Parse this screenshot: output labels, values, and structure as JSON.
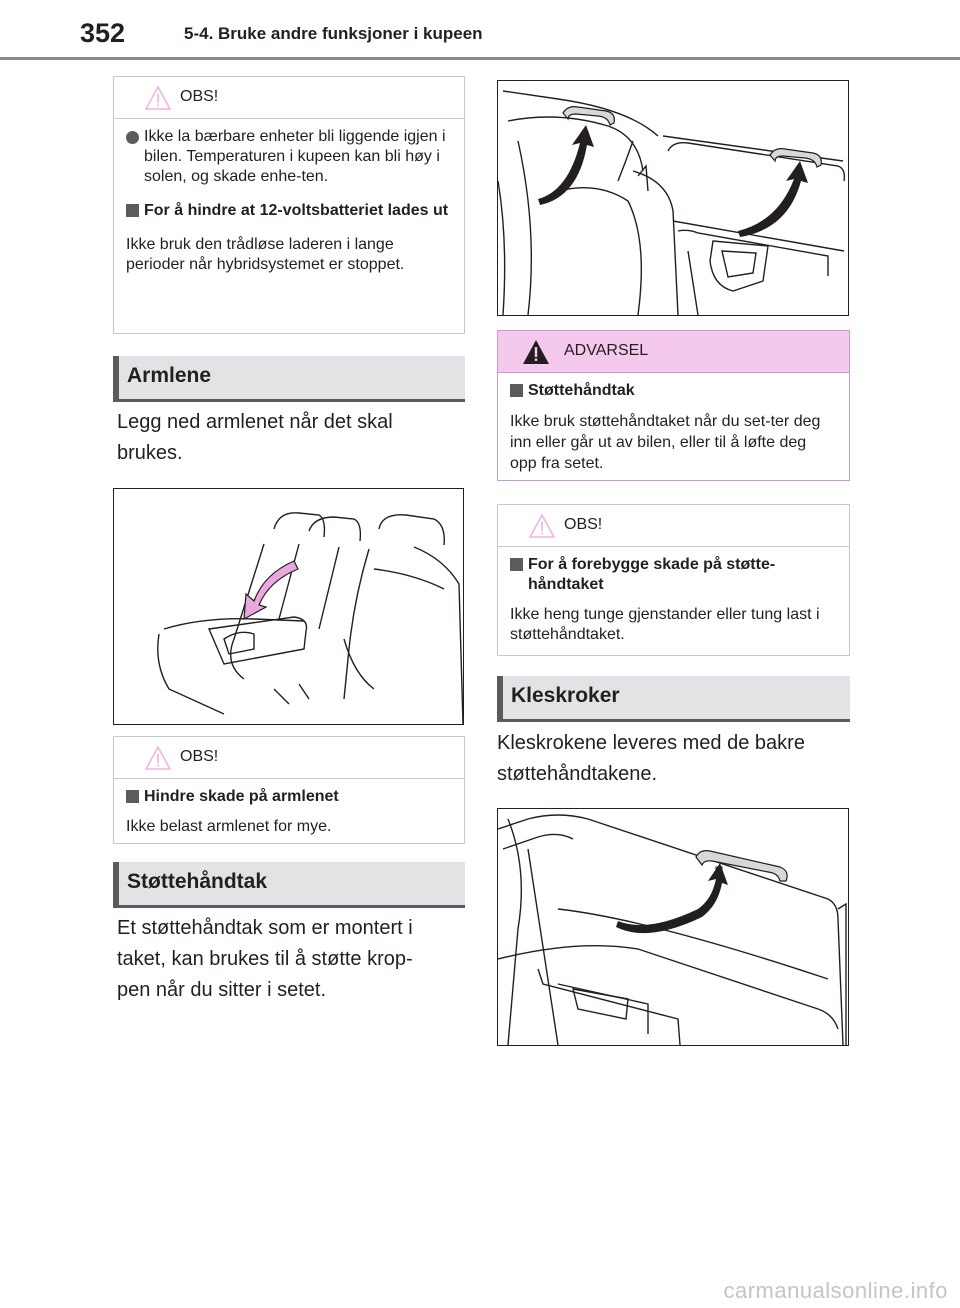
{
  "header": {
    "page_number": "352",
    "chapter": "5-4. Bruke andre funksjoner i kupeen"
  },
  "left": {
    "obs1": {
      "title": "OBS!",
      "bullet": "Ikke la bærbare enheter bli liggende igjen i bilen. Temperaturen i kupeen kan bli høy i solen, og skade enhe-ten.",
      "subhead": "For å hindre at 12-voltsbatteriet lades ut",
      "text": "Ikke bruk den trådløse laderen i lange perioder når hybridsystemet er stoppet."
    },
    "section_armlene": "Armlene",
    "armlene_text_l1": "Legg ned armlenet når det skal",
    "armlene_text_l2": "brukes.",
    "obs2": {
      "title": "OBS!",
      "subhead": "Hindre skade på armlenet",
      "text": "Ikke belast armlenet for mye."
    },
    "section_stotte": "Støttehåndtak",
    "stotte_l1": "Et støttehåndtak som er montert i",
    "stotte_l2": "taket, kan brukes til å støtte krop-",
    "stotte_l3": "pen når du sitter i setet."
  },
  "right": {
    "advarsel": {
      "title": "ADVARSEL",
      "subhead": "Støttehåndtak",
      "text": "Ikke bruk støttehåndtaket når du set-ter deg inn eller går ut av bilen, eller til å løfte deg opp fra setet."
    },
    "obs3": {
      "title": "OBS!",
      "subhead": "For å forebygge skade på støtte-håndtaket",
      "text": "Ikke heng tunge gjenstander eller tung last i støttehåndtaket."
    },
    "section_kleskroker": "Kleskroker",
    "kles_l1": "Kleskrokene leveres med de bakre",
    "kles_l2": "støttehåndtakene."
  },
  "footer": {
    "watermark": "carmanualsonline.info"
  },
  "colors": {
    "warning_bg": "#f5c8ee",
    "section_bg": "#e2e3e5",
    "accent": "#5a5b5d"
  }
}
